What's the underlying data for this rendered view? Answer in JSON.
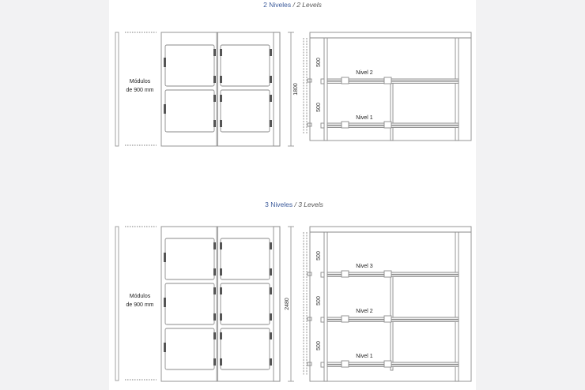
{
  "sections": [
    {
      "title_es": "2 Niveles",
      "title_sep": " / ",
      "title_en": "2 Levels",
      "modules_line1": "Módulos",
      "modules_line2": "de 900 mm",
      "total_height": "1800",
      "level_height": "500",
      "levels": [
        "Nivel 2",
        "Nivel 1"
      ]
    },
    {
      "title_es": "3 Niveles",
      "title_sep": " / ",
      "title_en": "3 Levels",
      "modules_line1": "Módulos",
      "modules_line2": "de 900 mm",
      "total_height": "2480",
      "level_height": "500",
      "levels": [
        "Nivel 3",
        "Nivel 2",
        "Nivel 1"
      ]
    }
  ],
  "colors": {
    "title_blue": "#3b5a9a",
    "line": "#8a8a8a",
    "dark": "#444444",
    "hinge": "#555555",
    "page_bg": "#f2f2f3"
  }
}
